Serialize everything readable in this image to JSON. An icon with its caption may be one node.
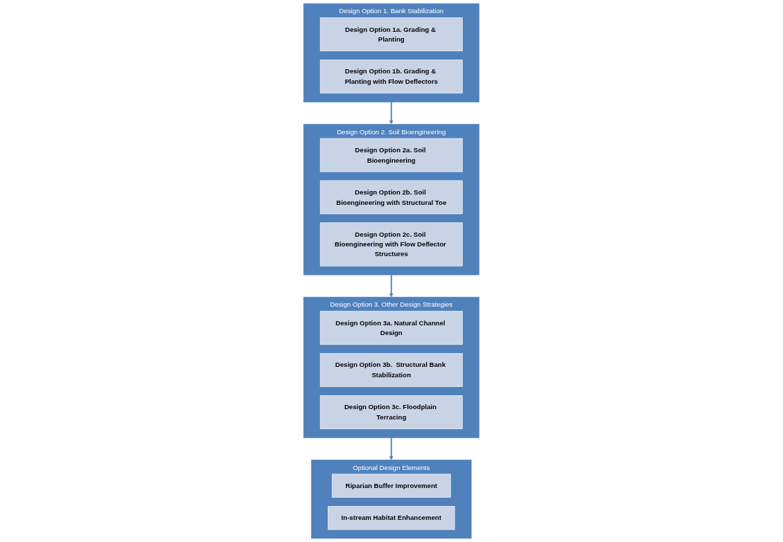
{
  "diagram": {
    "nodes": [
      {
        "text": [
          "Design Option 1.  Bank Stabilization"
        ]
      },
      {
        "text": [
          "Design Option 1a. Grading & Planting"
        ],
        "in": 0
      },
      {
        "text": [
          "Design Option 1b. Grading & Planting with Flow Deflectors"
        ],
        "in": 0
      },
      {
        "text": [
          "Design Option 2.  Soil Bioengineering"
        ]
      },
      {
        "text": [
          "Design Option 2a. Soil Bioengineering"
        ],
        "in": 3
      },
      {
        "text": [
          "Design Option 2b. Soil Bioengineering with Structural Toe"
        ],
        "in": 3
      },
      {
        "text": [
          "Design Option 2c. Soil Bioengineering with Flow Deflector Structures"
        ],
        "in": 3
      },
      {
        "text": [
          "Design Option 3.  Other Design Strategies"
        ]
      },
      {
        "text": [
          "Design Option 3a. Natural Channel Design"
        ],
        "in": 7
      },
      {
        "text": [
          "Design Option 3b.  Structural Bank Stabilization"
        ],
        "in": 7
      },
      {
        "text": [
          "Design Option 3c. Floodplain Terracing"
        ],
        "in": 7
      },
      {
        "text": [
          "Optional Design Elements"
        ]
      },
      {
        "text": [
          "Riparian Buffer Improvement"
        ],
        "in": 11
      },
      {
        "text": [
          "In-stream Habitat Enhancement"
        ],
        "in": 11
      }
    ],
    "edges": [
      {
        "from": 0,
        "to": 3,
        "arrow": "to"
      },
      {
        "from": 3,
        "to": 7,
        "arrow": "to"
      },
      {
        "from": 7,
        "to": 11,
        "arrow": "to"
      }
    ]
  }
}
